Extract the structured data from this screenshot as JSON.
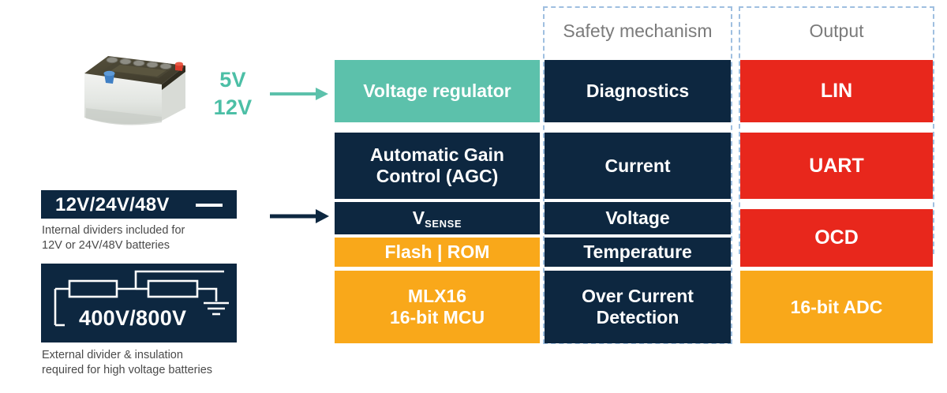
{
  "left_panel": {
    "battery_icon": "car-battery-photo",
    "supply_label": "5V\n12V",
    "supply_line1": "5V",
    "supply_line2": "12V",
    "arrow_supply": "arrow-right-teal",
    "arrow_sense": "arrow-right-navy",
    "internal_divider": {
      "chip_label": "12V/24V/48V",
      "caption_line1": "Internal dividers included for",
      "caption_line2": "12V or 24V/48V batteries"
    },
    "external_divider": {
      "chip_label": "400V/800V",
      "schematic": "resistive-divider-with-ground-icon",
      "caption_line1": "External divider & insulation",
      "caption_line2": "required for high voltage batteries"
    }
  },
  "columns": {
    "function": {
      "header": "",
      "blocks": [
        {
          "label": "Voltage regulator",
          "color": "#5cc1ab",
          "style": "teal"
        },
        {
          "label": "Automatic Gain\nControl (AGC)",
          "line1": "Automatic Gain",
          "line2": "Control (AGC)",
          "color": "#0d2740",
          "style": "navy"
        },
        {
          "label": "VSENSE",
          "base": "V",
          "sub": "SENSE",
          "color": "#0d2740",
          "style": "navy"
        },
        {
          "label": "Flash | ROM",
          "color": "#f9a81a",
          "style": "amber"
        },
        {
          "label": "MLX16\n16-bit MCU",
          "line1": "MLX16",
          "line2": "16-bit MCU",
          "color": "#f9a81a",
          "style": "amber"
        }
      ]
    },
    "safety": {
      "header": "Safety mechanism",
      "blocks": [
        {
          "label": "Diagnostics",
          "color": "#0d2740",
          "style": "navy"
        },
        {
          "label": "Current",
          "color": "#0d2740",
          "style": "navy"
        },
        {
          "label": "Voltage",
          "color": "#0d2740",
          "style": "navy"
        },
        {
          "label": "Temperature",
          "color": "#0d2740",
          "style": "navy"
        },
        {
          "label": "Over Current\nDetection",
          "line1": "Over Current",
          "line2": "Detection",
          "color": "#0d2740",
          "style": "navy"
        }
      ]
    },
    "output": {
      "header": "Output",
      "blocks": [
        {
          "label": "LIN",
          "color": "#e8271c",
          "style": "red"
        },
        {
          "label": "UART",
          "color": "#e8271c",
          "style": "red"
        },
        {
          "label": "OCD",
          "color": "#e8271c",
          "style": "red"
        },
        {
          "label": "16-bit ADC",
          "color": "#f9a81a",
          "style": "amber"
        }
      ]
    }
  },
  "colors": {
    "teal": "#5cc1ab",
    "navy": "#0d2740",
    "amber": "#f9a81a",
    "red": "#e8271c",
    "header_text": "#7b7b7b",
    "dashed_border": "#9fbfe0",
    "caption_text": "#4a4a4a",
    "background": "#ffffff"
  }
}
